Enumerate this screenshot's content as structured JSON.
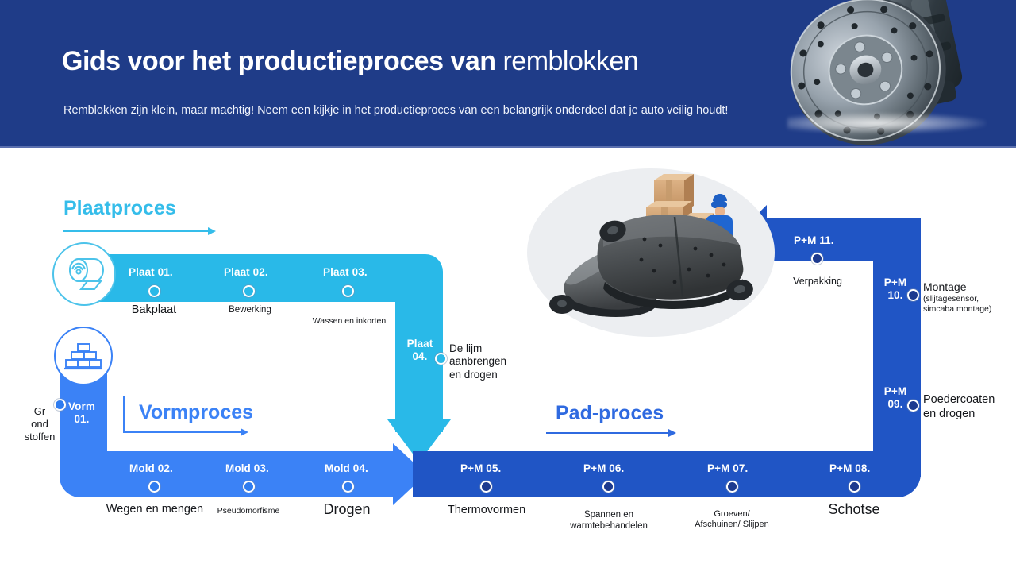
{
  "header": {
    "title_bold": "Gids voor het productieproces van ",
    "title_light": "remblokken",
    "subtitle": "Remblokken zijn klein, maar machtig! Neem een kijkje in het productieproces van een belangrijk onderdeel dat je auto veilig houdt!",
    "artwork": "brake-disc-photo",
    "bg_color": "#1f3c88"
  },
  "sections": [
    {
      "id": "plaat",
      "label": "Plaatproces",
      "color": "#29b9e8"
    },
    {
      "id": "vorm",
      "label": "Vormproces",
      "color": "#3b82f6"
    },
    {
      "id": "pad",
      "label": "Pad-proces",
      "color": "#2055c5"
    }
  ],
  "icons": {
    "roll": "steel-coil-icon",
    "brick": "material-stack-icon"
  },
  "start_label": "Gr\nond\nstoffen",
  "start_label_lines": [
    "Gr",
    "ond",
    "stoffen"
  ],
  "steps": {
    "plaat": [
      {
        "num": "Plaat 01.",
        "caption": "Bakplaat"
      },
      {
        "num": "Plaat 02.",
        "caption": "Bewerking"
      },
      {
        "num": "Plaat 03.",
        "caption": "Wassen en inkorten"
      },
      {
        "num": "Plaat\n04.",
        "caption": "De lijm\naanbrengen\nen drogen"
      }
    ],
    "vorm": [
      {
        "num": "Vorm\n01.",
        "caption": ""
      },
      {
        "num": "Mold 02.",
        "caption": "Wegen en mengen"
      },
      {
        "num": "Mold 03.",
        "caption": "Pseudomorfisme"
      },
      {
        "num": "Mold 04.",
        "caption": "Drogen"
      }
    ],
    "pad": [
      {
        "num": "P+M 05.",
        "caption": "Thermovormen"
      },
      {
        "num": "P+M 06.",
        "caption": "Spannen en\nwarmtebehandelen"
      },
      {
        "num": "P+M 07.",
        "caption": "Groeven/\nAfschuinen/ Slijpen"
      },
      {
        "num": "P+M 08.",
        "caption": "Schotse"
      },
      {
        "num": "P+M\n09.",
        "caption": "Poedercoaten\nen drogen"
      },
      {
        "num": "P+M\n10.",
        "caption": "Montage\n(slijtagesensor,\nsimcaba montage)"
      },
      {
        "num": "P+M 11.",
        "caption": "Verpakking"
      }
    ]
  },
  "step_text": {
    "plaat01_num": "Plaat 01.",
    "plaat01_cap": "Bakplaat",
    "plaat02_num": "Plaat 02.",
    "plaat02_cap": "Bewerking",
    "plaat03_num": "Plaat 03.",
    "plaat03_cap": "Wassen en inkorten",
    "plaat04_num_a": "Plaat",
    "plaat04_num_b": "04.",
    "plaat04_cap_a": "De lijm",
    "plaat04_cap_b": "aanbrengen",
    "plaat04_cap_c": "en drogen",
    "vorm01_num_a": "Vorm",
    "vorm01_num_b": "01.",
    "mold02_num": "Mold 02.",
    "mold02_cap": "Wegen en mengen",
    "mold03_num": "Mold 03.",
    "mold03_cap": "Pseudomorfisme",
    "mold04_num": "Mold 04.",
    "mold04_cap": "Drogen",
    "pm05_num": "P+M 05.",
    "pm05_cap": "Thermovormen",
    "pm06_num": "P+M 06.",
    "pm06_cap_a": "Spannen en",
    "pm06_cap_b": "warmtebehandelen",
    "pm07_num": "P+M 07.",
    "pm07_cap_a": "Groeven/",
    "pm07_cap_b": "Afschuinen/ Slijpen",
    "pm08_num": "P+M 08.",
    "pm08_cap": "Schotse",
    "pm09_num_a": "P+M",
    "pm09_num_b": "09.",
    "pm09_cap_a": "Poedercoaten",
    "pm09_cap_b": "en drogen",
    "pm10_num_a": "P+M",
    "pm10_num_b": "10.",
    "pm10_cap_a": "Montage",
    "pm10_cap_b": "(slijtagesensor,",
    "pm10_cap_c": "simcaba montage)",
    "pm11_num": "P+M 11.",
    "pm11_cap": "Verpakking",
    "start_a": "Gr",
    "start_b": "ond",
    "start_c": "stoffen"
  },
  "product_image": {
    "alt": "brake-pads-with-boxes-and-worker",
    "oval_color": "#eceef1"
  },
  "colors": {
    "navy": "#1f3c88",
    "cyan": "#29b9e8",
    "blue": "#3b82f6",
    "dark_blue": "#2055c5",
    "dot_navy": "#1c3a8f",
    "text": "#16181c"
  }
}
